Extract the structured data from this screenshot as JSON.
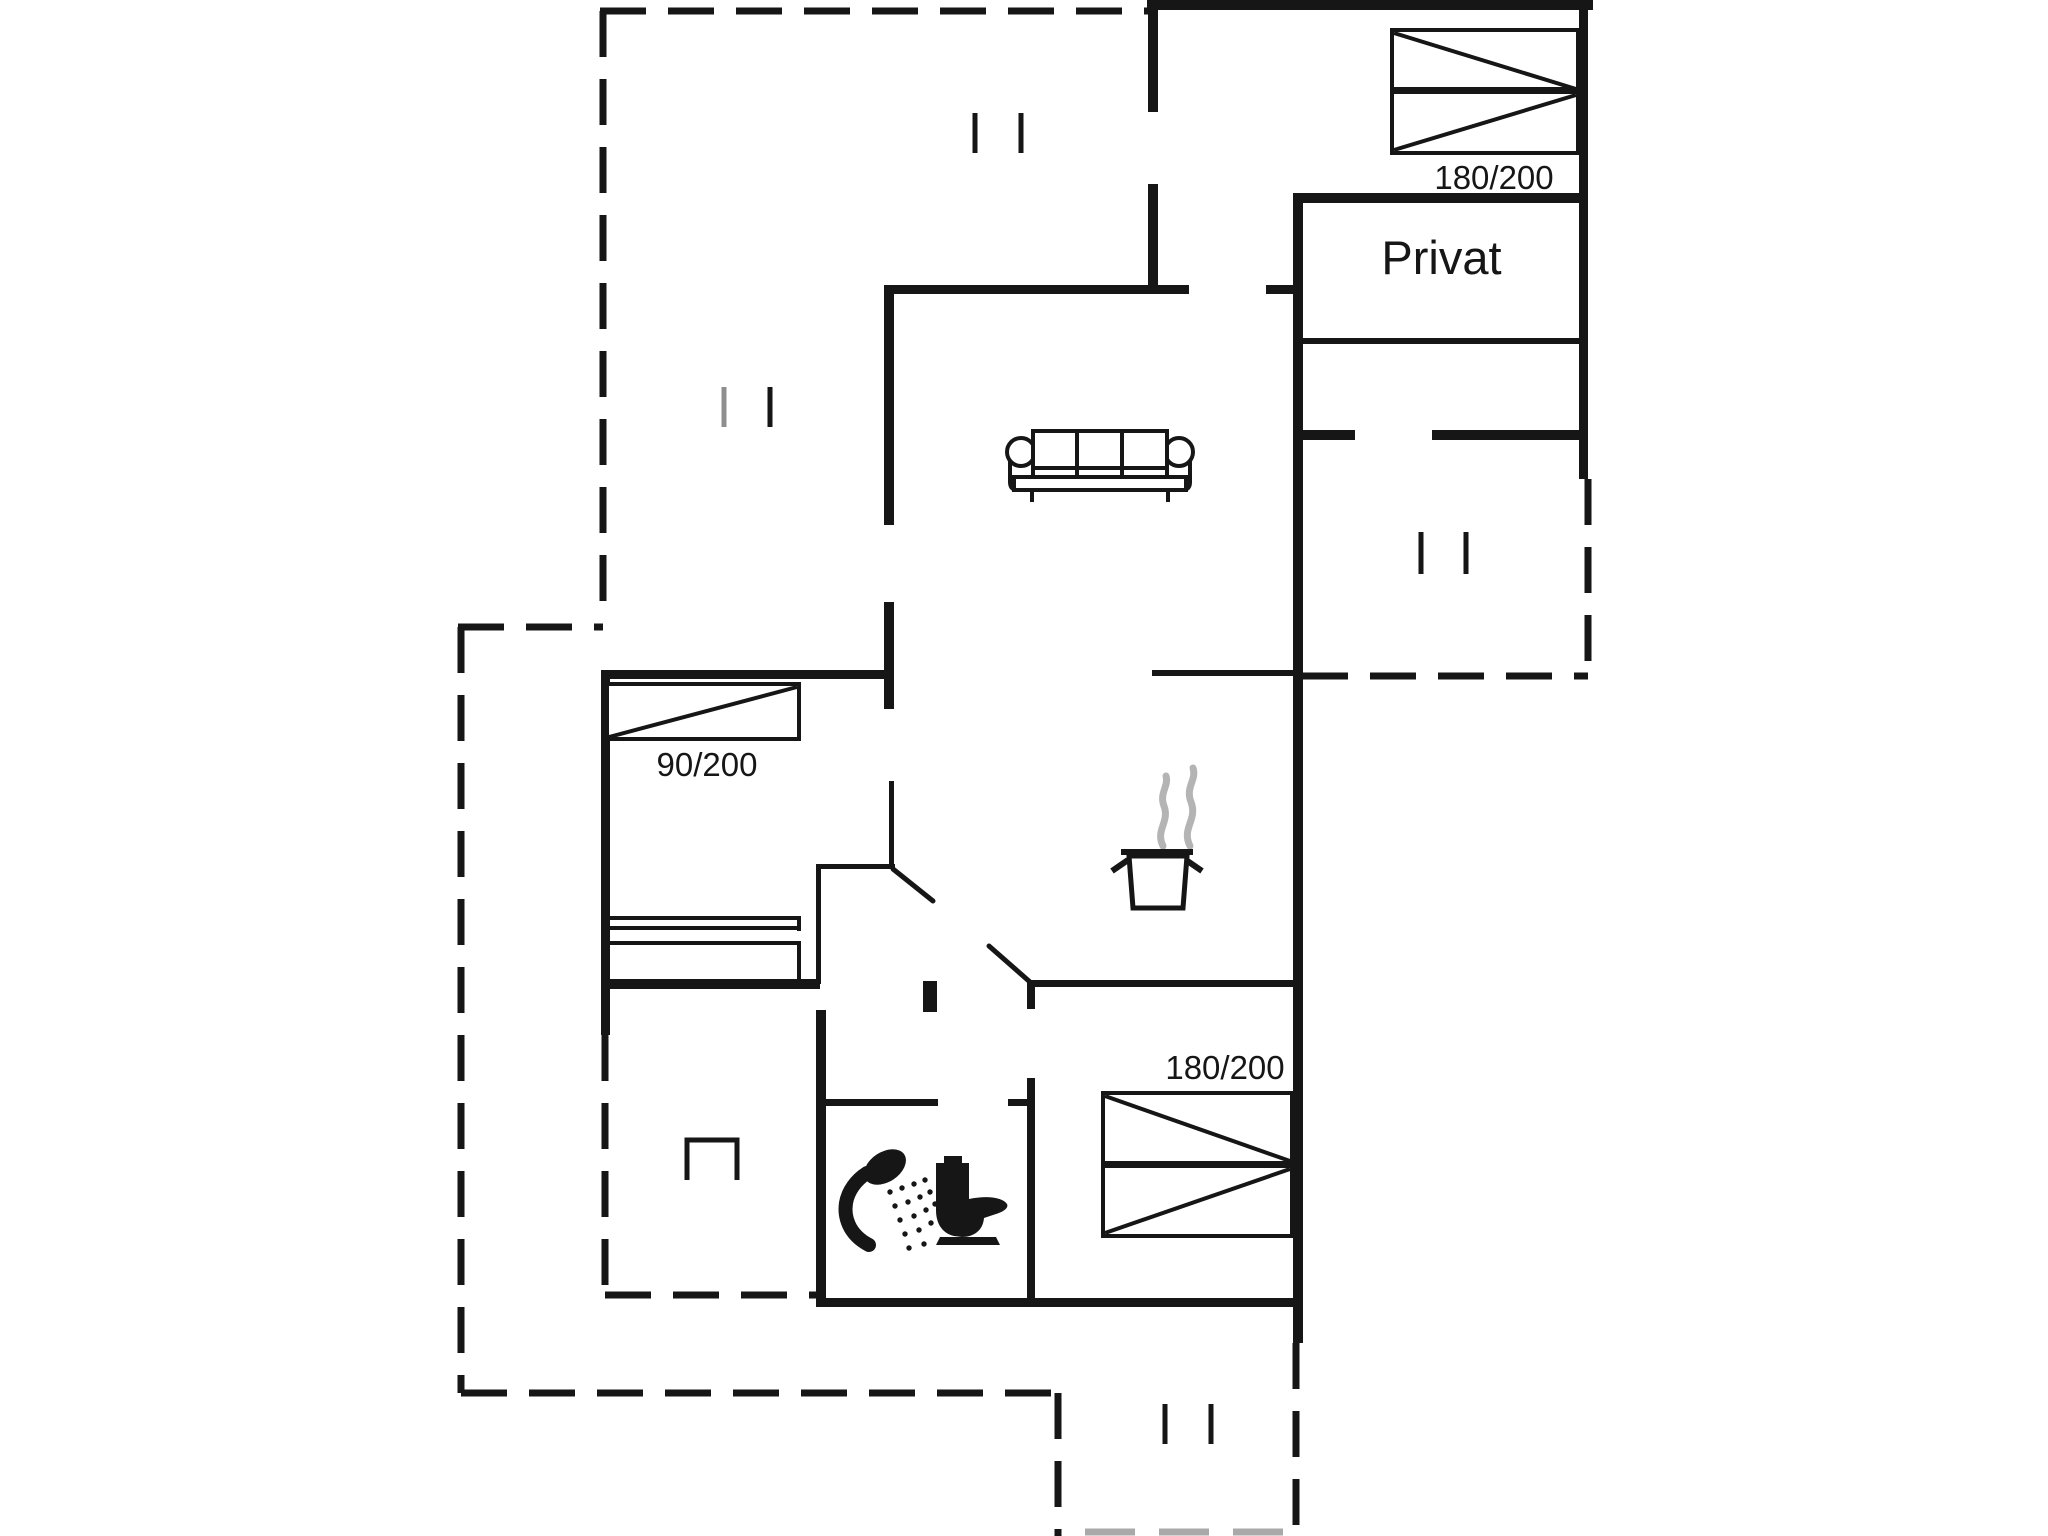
{
  "page": {
    "title": "Holiday home floor plan",
    "type": "architectural-floor-plan"
  },
  "colors": {
    "background": "#ffffff",
    "line": "#161616",
    "steam_gray": "#b4b4b4",
    "muted_gray": "#8f8f8f",
    "muted_dash": "#a9a9a9"
  },
  "labels": {
    "private_room": "Privat",
    "bed_top_right_size": "180/200",
    "bed_left_size": "90/200",
    "bed_bottom_size": "180/200"
  },
  "icons": [
    "double-bed-icon",
    "single-bed-icon",
    "sofa-icon",
    "cooking-pot-icon",
    "steam-icon",
    "shower-icon",
    "toilet-icon",
    "stove-icon",
    "wardrobe-icon",
    "window-marker-icon",
    "door-swing-icon",
    "terrace-dashed-outline"
  ]
}
